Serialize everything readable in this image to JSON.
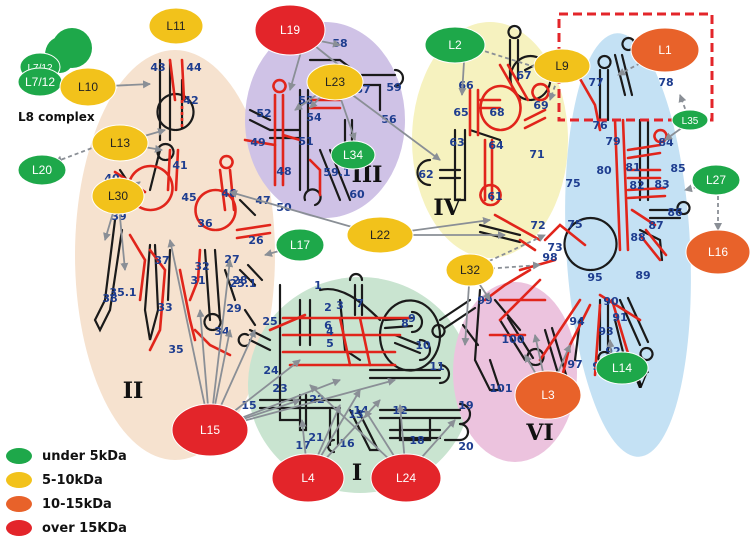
{
  "domains": [
    {
      "label": "I",
      "fill": "#c9e4d0"
    },
    {
      "label": "II",
      "fill": "#f6e2cf"
    },
    {
      "label": "III",
      "fill": "#cfc2e6"
    },
    {
      "label": "IV",
      "fill": "#f6f2bf"
    },
    {
      "label": "V",
      "fill": "#c4e1f4"
    },
    {
      "label": "VI",
      "fill": "#ecc3de"
    }
  ],
  "proteins": [
    {
      "label": "L1",
      "size": "10-15kDa"
    },
    {
      "label": "L2",
      "size": "under 5kDa"
    },
    {
      "label": "L3",
      "size": "10-15kDa"
    },
    {
      "label": "L4",
      "size": "over 15KDa"
    },
    {
      "label": "L7/12",
      "size": "under 5kDa"
    },
    {
      "label": "L7/12",
      "size": "under 5kDa"
    },
    {
      "label": "L9",
      "size": "5-10kDa"
    },
    {
      "label": "L10",
      "size": "5-10kDa"
    },
    {
      "label": "L11",
      "size": "5-10kDa"
    },
    {
      "label": "L13",
      "size": "5-10kDa"
    },
    {
      "label": "L14",
      "size": "under 5kDa"
    },
    {
      "label": "L15",
      "size": "over 15KDa"
    },
    {
      "label": "L16",
      "size": "10-15kDa"
    },
    {
      "label": "L17",
      "size": "under 5kDa"
    },
    {
      "label": "L19",
      "size": "over 15KDa"
    },
    {
      "label": "L20",
      "size": "under 5kDa"
    },
    {
      "label": "L22",
      "size": "5-10kDa"
    },
    {
      "label": "L23",
      "size": "5-10kDa"
    },
    {
      "label": "L24",
      "size": "over 15KDa"
    },
    {
      "label": "L27",
      "size": "under 5kDa"
    },
    {
      "label": "L30",
      "size": "5-10kDa"
    },
    {
      "label": "L32",
      "size": "5-10kDa"
    },
    {
      "label": "L34",
      "size": "under 5kDa"
    },
    {
      "label": "L35",
      "size": "under 5kDa"
    }
  ],
  "l8_complex_label": "L8 complex",
  "helices": [
    "1",
    "2",
    "3",
    "4",
    "5",
    "6",
    "7",
    "8",
    "9",
    "10",
    "11",
    "12",
    "13",
    "14",
    "15",
    "16",
    "17",
    "18",
    "19",
    "20",
    "21",
    "22",
    "23",
    "24",
    "25",
    "25.1",
    "26",
    "27",
    "28",
    "29",
    "31",
    "32",
    "33",
    "34",
    "35",
    "35.1",
    "36",
    "37",
    "38",
    "39",
    "40",
    "41",
    "42",
    "43",
    "44",
    "45",
    "46",
    "47",
    "48",
    "49",
    "50",
    "51",
    "52",
    "53",
    "54",
    "56",
    "57",
    "58",
    "59",
    "59.1",
    "60",
    "61",
    "62",
    "63",
    "64",
    "65",
    "66",
    "67",
    "68",
    "69",
    "71",
    "72",
    "73",
    "75",
    "75",
    "76",
    "77",
    "78",
    "79",
    "80",
    "81",
    "82",
    "83",
    "84",
    "85",
    "86",
    "87",
    "88",
    "89",
    "90",
    "91",
    "92",
    "93",
    "94",
    "95",
    "96",
    "97",
    "98",
    "99",
    "100",
    "101"
  ],
  "legend": [
    {
      "label": "under 5kDa",
      "color": "#1ea84a"
    },
    {
      "label": "5-10kDa",
      "color": "#f2c21b"
    },
    {
      "label": "10-15kDa",
      "color": "#e8622a"
    },
    {
      "label": "over 15KDa",
      "color": "#e3252a"
    }
  ],
  "colors": {
    "under_5": "#1ea84a",
    "5_10": "#f2c21b",
    "10_15": "#e8622a",
    "over_15": "#e3252a",
    "rna_black": "#1a1a1a",
    "rna_red": "#e1251b",
    "arrow": "#8a8f96",
    "helix_num": "#1e3d8f",
    "highlight_box": "#e3252a"
  }
}
